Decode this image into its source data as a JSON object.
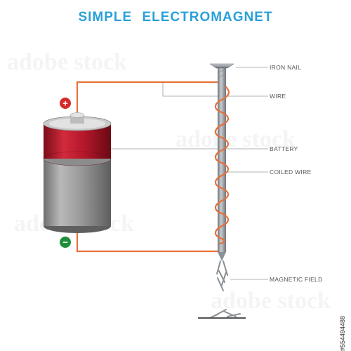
{
  "title": "SIMPLE   ELECTROMAGNET",
  "labels": {
    "iron_nail": "IRON NAIL",
    "wire": "WIRE",
    "battery": "BATTERY",
    "coiled_wire": "COILED WIRE",
    "magnetic_field": "MAGNETIC FIELD"
  },
  "terminals": {
    "positive": "+",
    "negative": "−"
  },
  "watermark": "adobe stock",
  "stock_id": "#554494488",
  "colors": {
    "title": "#2aa0d8",
    "wire": "#e8703a",
    "battery_cap": "#b5172b",
    "battery_body": "#9c9c9c",
    "positive_terminal": "#d42a2a",
    "negative_terminal": "#1f8f3a",
    "nail": "#8f959b",
    "label_text": "#555555",
    "leader_line": "#9a9a9a"
  }
}
